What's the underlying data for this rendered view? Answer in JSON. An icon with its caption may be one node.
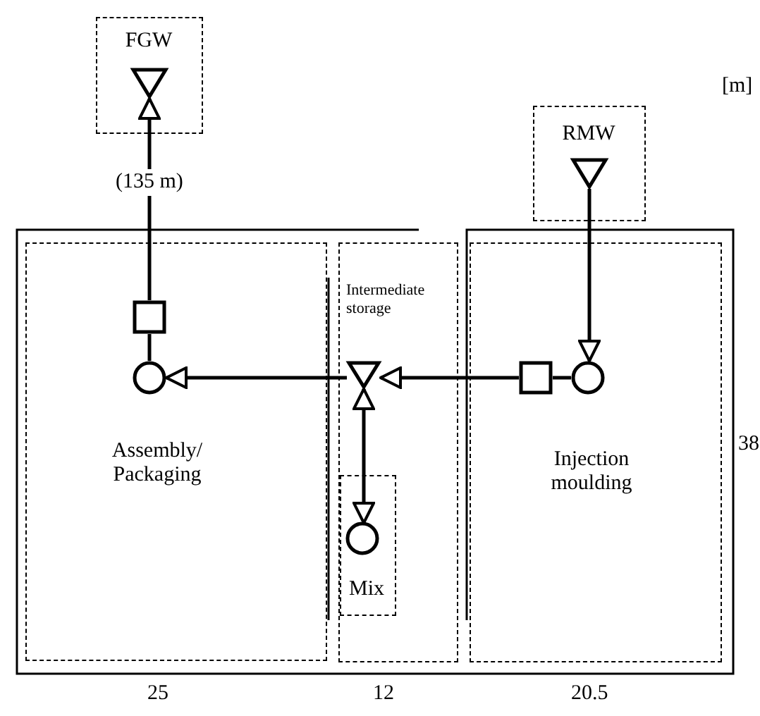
{
  "diagram": {
    "nodes": [
      {
        "text": [
          "FGW"
        ]
      },
      {
        "text": [],
        "shape": "triangle",
        "in": 0
      },
      {
        "text": [
          "RMW"
        ]
      },
      {
        "text": [],
        "shape": "triangle",
        "in": 2
      },
      {
        "text": [
          "Assembly/ Packaging"
        ]
      },
      {
        "text": [],
        "shape": "circle",
        "in": 4
      },
      {
        "text": [],
        "shape": "box",
        "in": 4
      },
      {
        "text": [
          "Intermediate storage"
        ]
      },
      {
        "text": [],
        "shape": "triangle",
        "in": 7
      },
      {
        "text": [
          "Mix"
        ],
        "in": 7
      },
      {
        "text": [],
        "shape": "circle",
        "in": 9
      },
      {
        "text": [
          "Injection moulding"
        ]
      },
      {
        "text": [],
        "shape": "box",
        "in": 11
      },
      {
        "text": [],
        "shape": "circle",
        "in": 11
      }
    ],
    "edges": [
      {
        "from": 3,
        "to": 13,
        "arrow": "to"
      },
      {
        "from": 13,
        "to": 12,
        "arrow": "none"
      },
      {
        "from": 12,
        "to": 8,
        "arrow": "to"
      },
      {
        "from": 8,
        "to": 5,
        "arrow": "to"
      },
      {
        "from": 8,
        "to": 10,
        "arrow": "both"
      },
      {
        "from": 5,
        "to": 6,
        "arrow": "none"
      },
      {
        "from": 6,
        "to": 1,
        "arrow": "to",
        "label": "(135 m)"
      }
    ],
    "labels": [
      "[m]",
      "38",
      "25",
      "12",
      "20.5"
    ]
  }
}
